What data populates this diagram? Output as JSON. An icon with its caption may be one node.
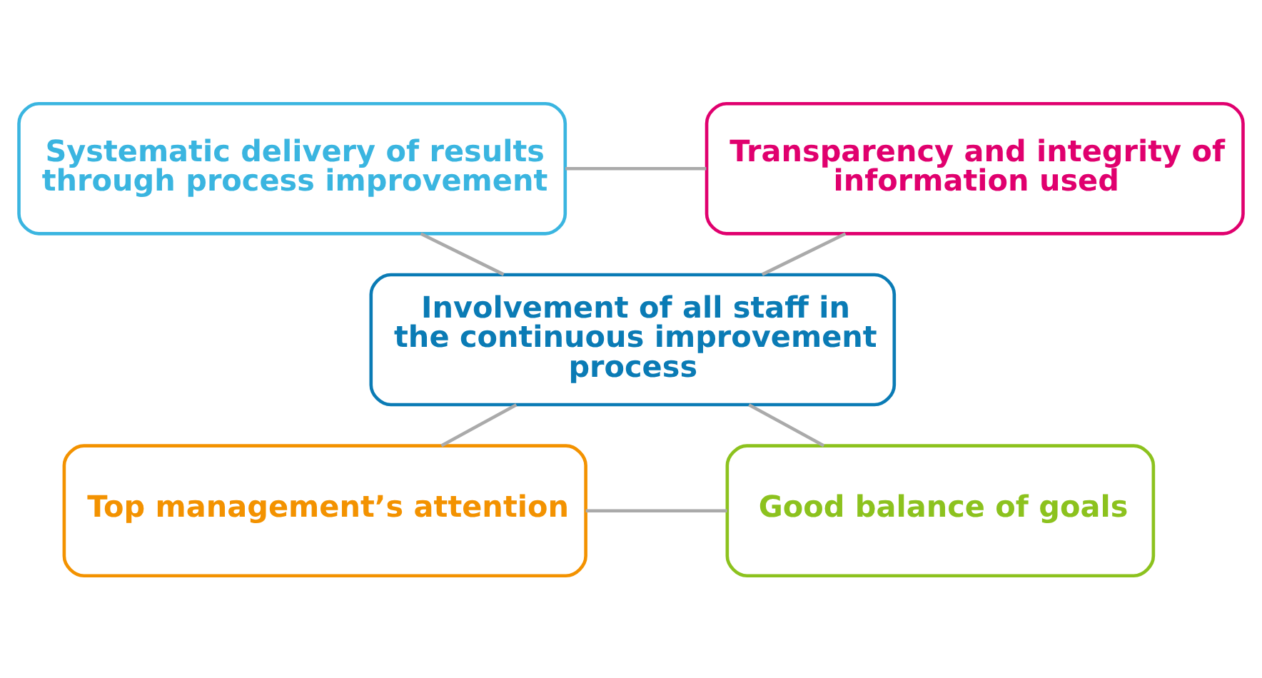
{
  "diagram": {
    "nodes": [
      {
        "text": [
          "Systematic delivery of results through process improvement"
        ]
      },
      {
        "text": [
          "Transparency and integrity of information used"
        ]
      },
      {
        "text": [
          "Involvement of all staff in the continuous improvement process"
        ]
      },
      {
        "text": [
          "Top management’s attention"
        ]
      },
      {
        "text": [
          "Good balance of goals"
        ]
      }
    ],
    "edges": [
      {
        "from": 0,
        "to": 1,
        "arrow": "none"
      },
      {
        "from": 0,
        "to": 2,
        "arrow": "none"
      },
      {
        "from": 1,
        "to": 2,
        "arrow": "none"
      },
      {
        "from": 2,
        "to": 3,
        "arrow": "none"
      },
      {
        "from": 2,
        "to": 4,
        "arrow": "none"
      },
      {
        "from": 3,
        "to": 4,
        "arrow": "none"
      }
    ]
  }
}
